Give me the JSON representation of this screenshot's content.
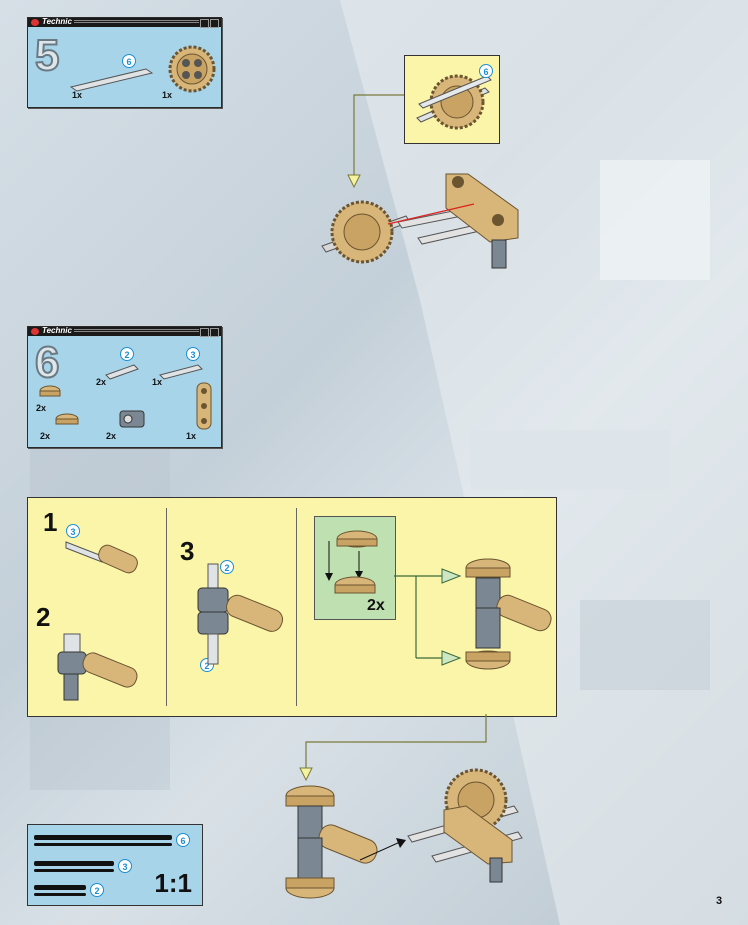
{
  "page": {
    "number": "3"
  },
  "step5": {
    "number": "5",
    "brand": "Technic",
    "parts": [
      {
        "qty": "1x",
        "badge": "6",
        "name": "axle-6"
      },
      {
        "qty": "1x",
        "name": "gear-24"
      }
    ],
    "callout_badge": "6"
  },
  "step6": {
    "number": "6",
    "brand": "Technic",
    "parts": [
      {
        "qty": "2x",
        "badge": "2",
        "name": "axle-2"
      },
      {
        "qty": "1x",
        "badge": "3",
        "name": "axle-3"
      },
      {
        "qty": "2x",
        "name": "round-plate"
      },
      {
        "qty": "2x",
        "name": "round-tile"
      },
      {
        "qty": "2x",
        "name": "cross-block"
      },
      {
        "qty": "1x",
        "name": "beam-3"
      }
    ]
  },
  "substeps": {
    "s1": {
      "num": "1",
      "badge": "3"
    },
    "s2": {
      "num": "2"
    },
    "s3": {
      "num": "3",
      "badge_top": "2",
      "badge_bottom": "2"
    },
    "green_qty": "2x"
  },
  "ruler": {
    "labels": [
      "6",
      "3",
      "2"
    ],
    "scale": "1:1"
  },
  "colors": {
    "panel": "#a8d4ea",
    "callout": "#faf5a8",
    "tan": "#d8b67a",
    "gray": "#7b8894",
    "accent": "#1c8fd0"
  }
}
